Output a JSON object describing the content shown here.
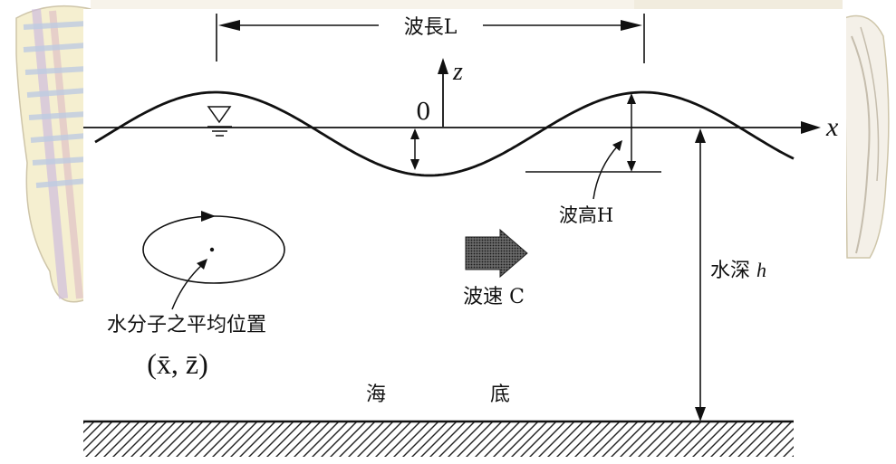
{
  "diagram": {
    "wavelength_label": "波長L",
    "z_axis_label": "z",
    "x_axis_label": "x",
    "origin_label": "0",
    "wave_height_label": "波高H",
    "mean_position_label": "水分子之平均位置",
    "mean_position_coords": "(x̄, z̄)",
    "wave_speed_label": "波速 C",
    "water_depth_label": "水深",
    "water_depth_symbol": "h",
    "seabed_label_1": "海",
    "seabed_label_2": "底"
  }
}
